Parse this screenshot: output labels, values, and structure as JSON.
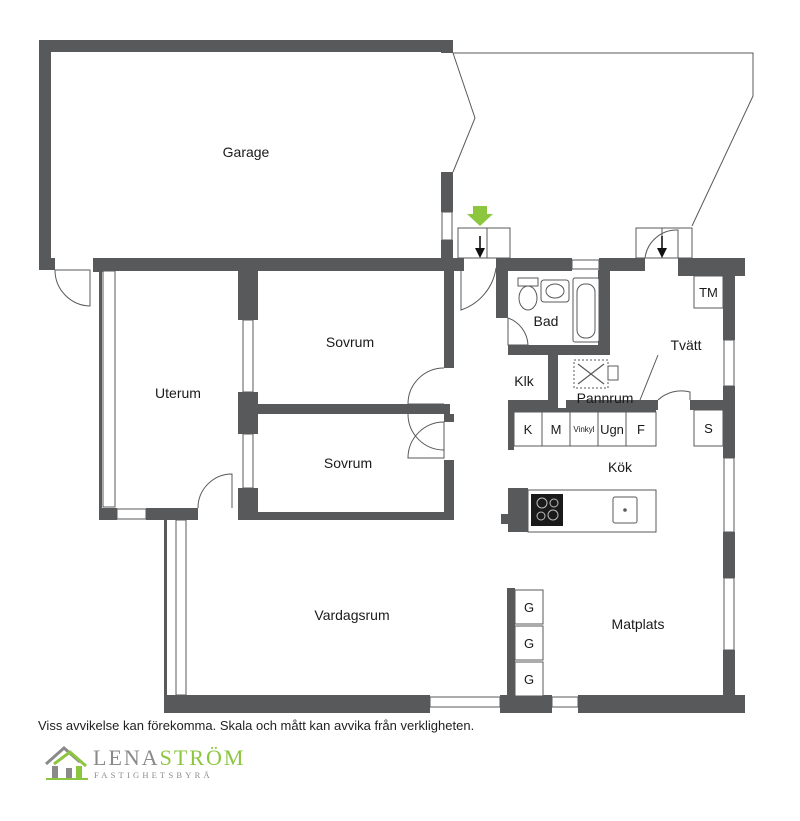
{
  "rooms": {
    "garage": "Garage",
    "uterum": "Uterum",
    "sovrum_1": "Sovrum",
    "sovrum_2": "Sovrum",
    "bad": "Bad",
    "klk": "Klk",
    "pannrum": "Pannrum",
    "tvatt": "Tvätt",
    "kok": "Kök",
    "vardagsrum": "Vardagsrum",
    "matplats": "Matplats"
  },
  "appliances": {
    "tm": "TM",
    "s": "S",
    "k": "K",
    "m": "M",
    "vinkyl": "Vinkyl",
    "ugn": "Ugn",
    "f": "F",
    "g1": "G",
    "g2": "G",
    "g3": "G"
  },
  "disclaimer": "Viss avvikelse kan förekomma. Skala och mått kan avvika från verkligheten.",
  "logo": {
    "name_part1": "LENA",
    "name_part2": "STRÖM",
    "subtitle": "FASTIGHETSBYRÅ"
  },
  "colors": {
    "wall": "#58595b",
    "entrance_arrow": "#8cc63f",
    "logo_green": "#8cc63f",
    "logo_grey": "#8a8a8a"
  },
  "icons": {
    "entrance": "entrance-arrow-icon",
    "logo": "house-logo-icon"
  }
}
